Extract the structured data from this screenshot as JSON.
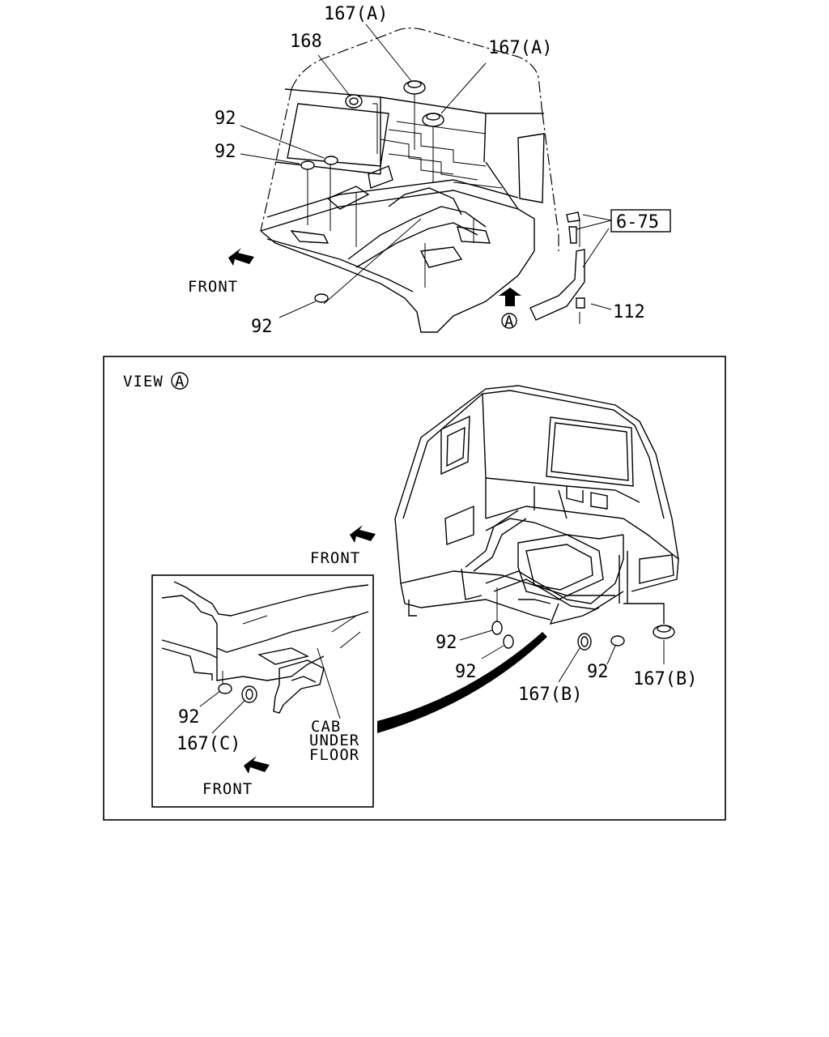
{
  "labels": {
    "front": "FRONT",
    "view": "VIEW",
    "view_marker": "A",
    "ref_a": "A",
    "cab": "CAB",
    "under": "UNDER",
    "floor": "FLOOR",
    "p167a": "167(A)",
    "p167b": "167(B)",
    "p167c": "167(C)",
    "p168": "168",
    "p92": "92",
    "p112": "112",
    "ref675": "6-75"
  }
}
